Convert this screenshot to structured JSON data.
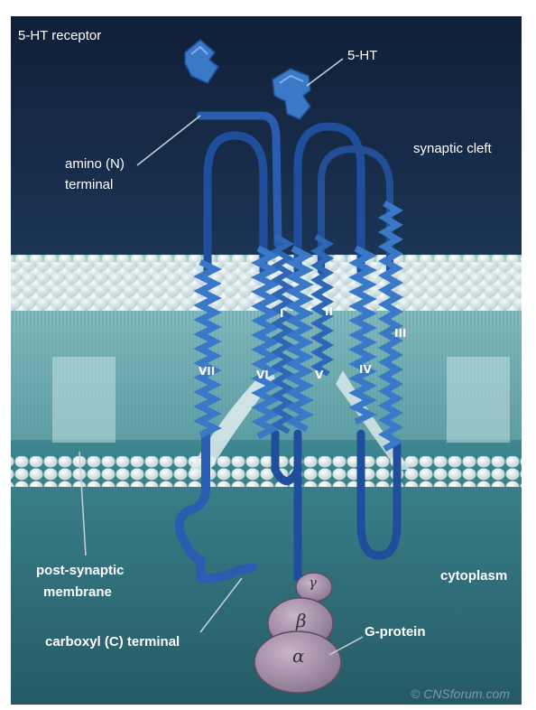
{
  "labels": {
    "receptor": "5-HT receptor",
    "ligand": "5-HT",
    "amino_line1": "amino (N)",
    "amino_line2": "terminal",
    "cleft": "synaptic cleft",
    "membrane_line1": "post-synaptic",
    "membrane_line2": "membrane",
    "cytoplasm": "cytoplasm",
    "carboxyl": "carboxyl (C) terminal",
    "gprotein": "G-protein",
    "watermark": "© CNSforum.com"
  },
  "helices": [
    "I",
    "II",
    "III",
    "IV",
    "V",
    "VI",
    "VII"
  ],
  "gprotein_subunits": [
    "α",
    "β",
    "γ"
  ],
  "colors": {
    "cleft": "#142744",
    "membrane_core": "#6fb0b5",
    "cytoplasm": "#2f6f7a",
    "lipid_head": "#f2f7f7",
    "receptor": "#2a5db0",
    "ligand": "#3a78c8",
    "gprotein": "#a48fa8"
  }
}
